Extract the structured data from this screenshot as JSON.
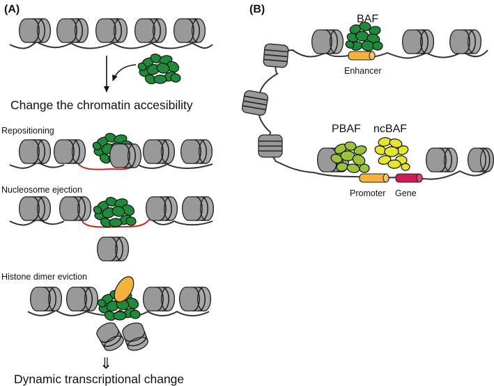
{
  "panels": {
    "a": {
      "label": "(A)",
      "main_effect": "Change the chromatin accesibility",
      "mechanisms": [
        "Repositioning",
        "Nucleosome ejection",
        "Histone dimer eviction"
      ],
      "outcome": "Dynamic transcriptional change",
      "outcome_arrow": "⇓"
    },
    "b": {
      "label": "(B)",
      "complexes": [
        "BAF",
        "PBAF",
        "ncBAF"
      ],
      "elements": [
        "Enhancer",
        "Promoter",
        "Gene"
      ]
    }
  },
  "colors": {
    "baf_green": "#1f8a3a",
    "pbaf_lime": "#9cc23a",
    "ncbaf_yellow": "#e6e62e",
    "histone_dimer_orange": "#f4b23f",
    "enhancer_orange": "#f4b23f",
    "gene_magenta": "#cc1f5a",
    "nucleosome_gray": "#9a9a9a",
    "dna_line": "#333333",
    "repositioned_dna": "#cc2222"
  }
}
